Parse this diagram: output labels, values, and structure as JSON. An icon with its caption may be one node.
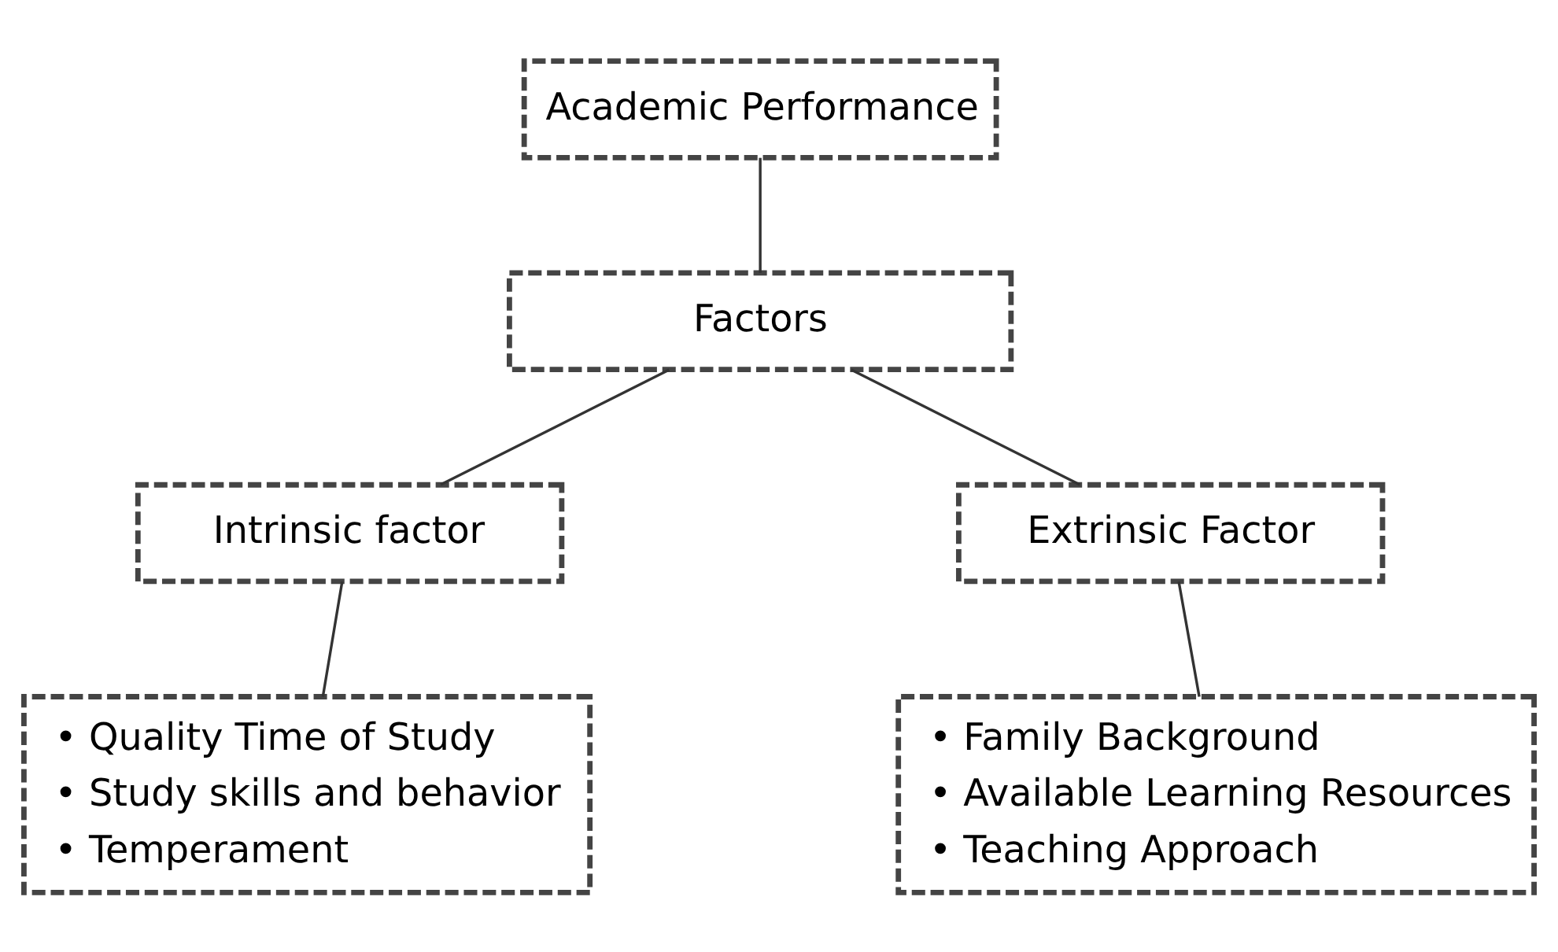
{
  "diagram": {
    "nodes": [
      {
        "text": [
          "Academic Performance"
        ]
      },
      {
        "text": [
          "Factors"
        ]
      },
      {
        "text": [
          "Intrinsic factor"
        ]
      },
      {
        "text": [
          "Extrinsic Factor"
        ]
      },
      {
        "text": [
          "• Quality Time of Study",
          "• Study skills and behavior",
          "• Temperament"
        ]
      },
      {
        "text": [
          "• Family Background",
          "• Available Learning Resources",
          "• Teaching Approach"
        ]
      }
    ],
    "edges": [
      {
        "from": 0,
        "to": 1,
        "arrow": "none"
      },
      {
        "from": 1,
        "to": 2,
        "arrow": "none"
      },
      {
        "from": 1,
        "to": 3,
        "arrow": "none"
      },
      {
        "from": 2,
        "to": 4,
        "arrow": "none"
      },
      {
        "from": 3,
        "to": 5,
        "arrow": "none"
      }
    ]
  }
}
